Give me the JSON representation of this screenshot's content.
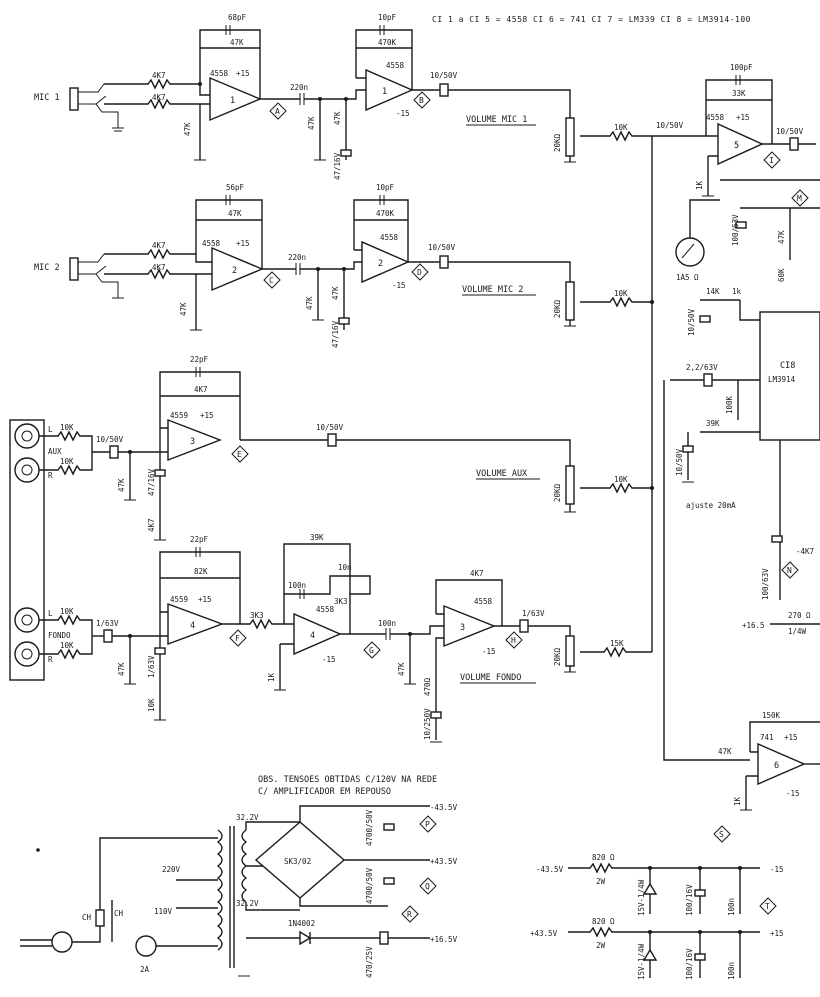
{
  "header": "CI 1 a CI 5 = 4558  CI 6 = 741  CI 7 = LM339  CI 8 = LM3914-100",
  "note": {
    "line1": "OBS. TENSOES OBTIDAS C/120V NA REDE",
    "line2": "C/ AMPLIFICADOR EM REPOUSO"
  },
  "inputs": {
    "mic1": "MIC 1",
    "mic2": "MIC 2",
    "aux": "AUX",
    "fondo": "FONDO",
    "left": "L",
    "right": "R"
  },
  "volume_labels": {
    "mic1": "VOLUME MIC 1",
    "mic2": "VOLUME MIC 2",
    "aux": "VOLUME AUX",
    "fondo": "VOLUME FONDO"
  },
  "ic_labels": {
    "u4558": "4558",
    "u4559": "4559",
    "u741": "741",
    "ci8": "CI8",
    "lm3914": "LM3914",
    "bridge": "SK3/02",
    "diode": "1N4002"
  },
  "opamp_numbers": [
    "1",
    "2",
    "3",
    "4",
    "5",
    "6"
  ],
  "test_points": [
    "A",
    "B",
    "C",
    "D",
    "E",
    "F",
    "G",
    "H",
    "I",
    "M",
    "N",
    "P",
    "Q",
    "R",
    "S",
    "T"
  ],
  "components": {
    "c68p": "68pF",
    "r47k": "47K",
    "r470k": "470K",
    "c10p": "10pF",
    "r4k7": "4K7",
    "c220n": "220n",
    "c47_16": "47/16V",
    "c10_50": "10/50V",
    "pot20k": "20KΩ",
    "r10k": "10K",
    "c56p": "56pF",
    "c22p": "22pF",
    "r82k": "82K",
    "r39k": "39K",
    "c10n": "10n",
    "c100n": "100n",
    "r3k3": "3K3",
    "c1_63": "1/63V",
    "r470": "470Ω",
    "c10_250": "10/250V",
    "r1k": "1K",
    "c100p": "100pF",
    "r33k": "33K",
    "r15k": "15K",
    "c100_63": "100/63V",
    "r14k": "14K",
    "r1k_b": "1k",
    "c22_63": "2,2/63V",
    "r100k": "100K",
    "r60k": "60K",
    "meter": "1A5 Ω",
    "ajuste": "ajuste 20mA",
    "r150k": "150K",
    "r270": "270 Ω",
    "w14": "1/4W",
    "t322": "32.2V",
    "v220": "220V",
    "v110": "110V",
    "c4700": "4700/50V",
    "c470_25": "470/25V",
    "r820": "820 Ω",
    "w2": "2W",
    "z15": "15V-1/4W",
    "c100_16": "100/16V",
    "fuse": "2A",
    "ch": "CH",
    "r4k7_b": "-4K7",
    "r10k_b": "10K"
  },
  "rails": {
    "plus15": "+15",
    "minus15": "-15",
    "plus43": "+43.5V",
    "minus43": "-43.5V",
    "plus16": "+16.5V",
    "plus16b": "+16.5"
  }
}
